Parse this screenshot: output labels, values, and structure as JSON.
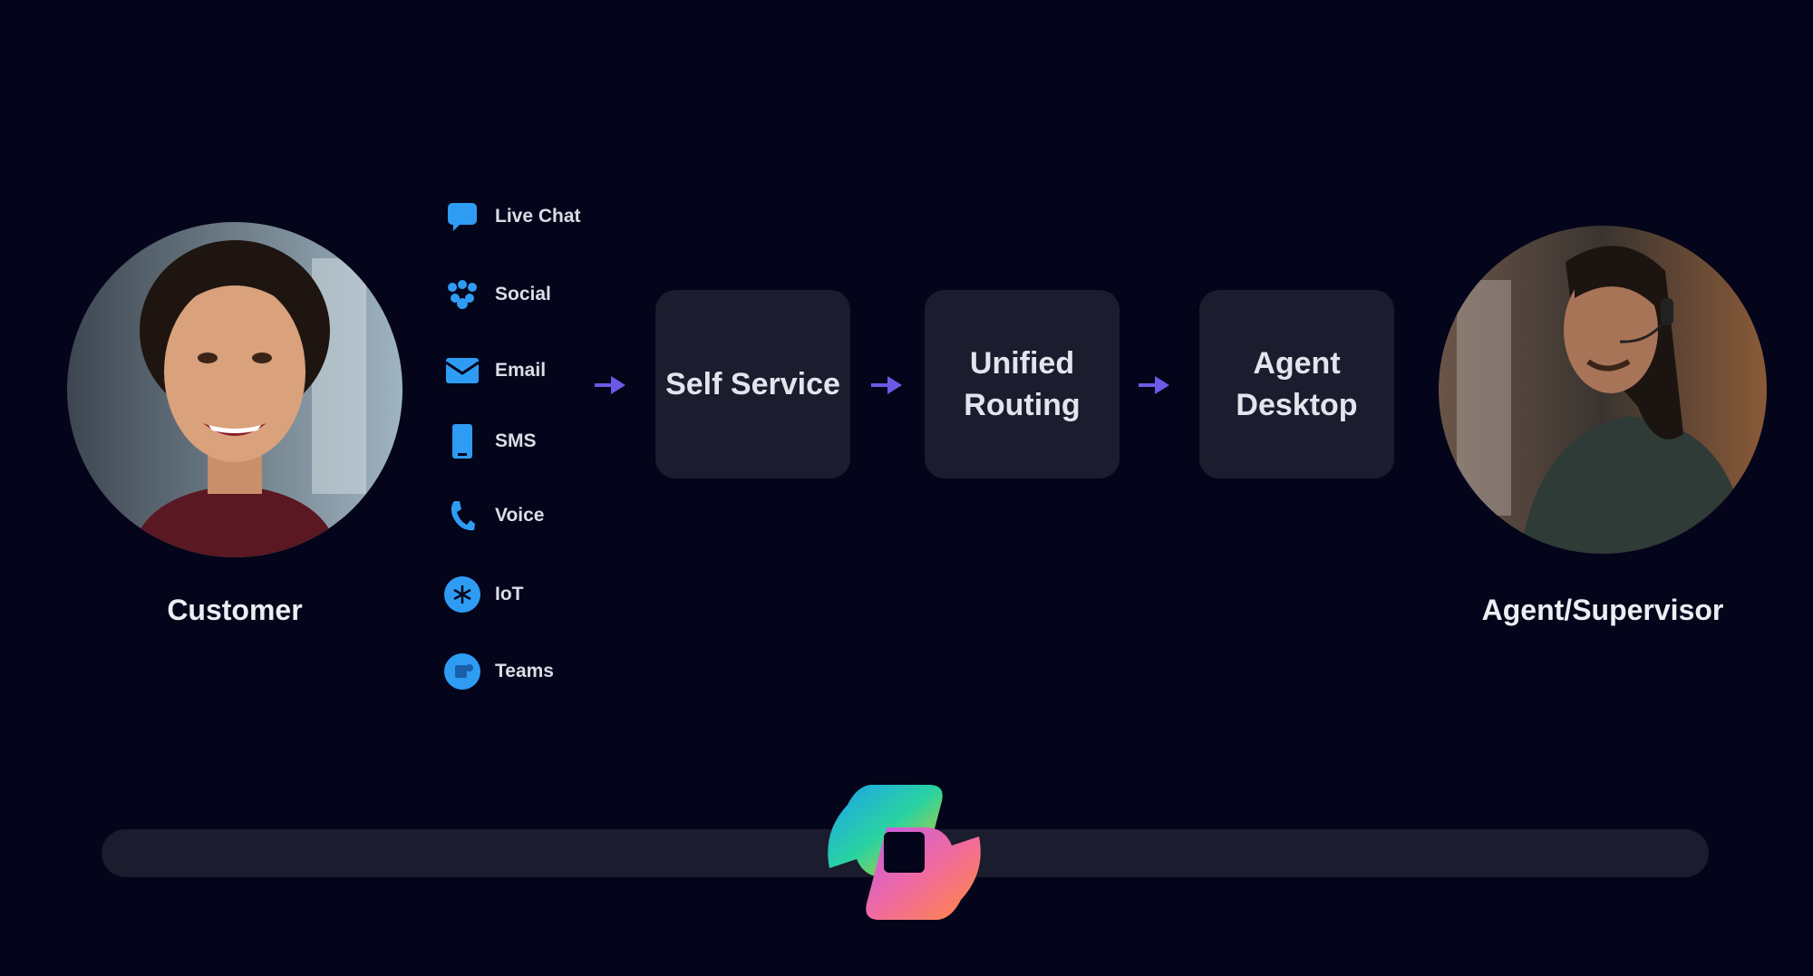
{
  "customer": {
    "label": "Customer"
  },
  "agent": {
    "label": "Agent/Supervisor"
  },
  "channels": [
    {
      "label": "Live Chat",
      "icon": "chat-icon"
    },
    {
      "label": "Social",
      "icon": "social-icon"
    },
    {
      "label": "Email",
      "icon": "email-icon"
    },
    {
      "label": "SMS",
      "icon": "phone-icon"
    },
    {
      "label": "Voice",
      "icon": "voice-icon"
    },
    {
      "label": "IoT",
      "icon": "iot-icon"
    },
    {
      "label": "Teams",
      "icon": "teams-icon"
    }
  ],
  "steps": [
    {
      "line1": "Self Service",
      "line2": ""
    },
    {
      "line1": "Unified",
      "line2": "Routing"
    },
    {
      "line1": "Agent",
      "line2": "Desktop"
    }
  ],
  "colors": {
    "background": "#04041a",
    "box": "#1b1c2d",
    "icon": "#2f9cf4",
    "arrow": "#6a5ae6"
  }
}
